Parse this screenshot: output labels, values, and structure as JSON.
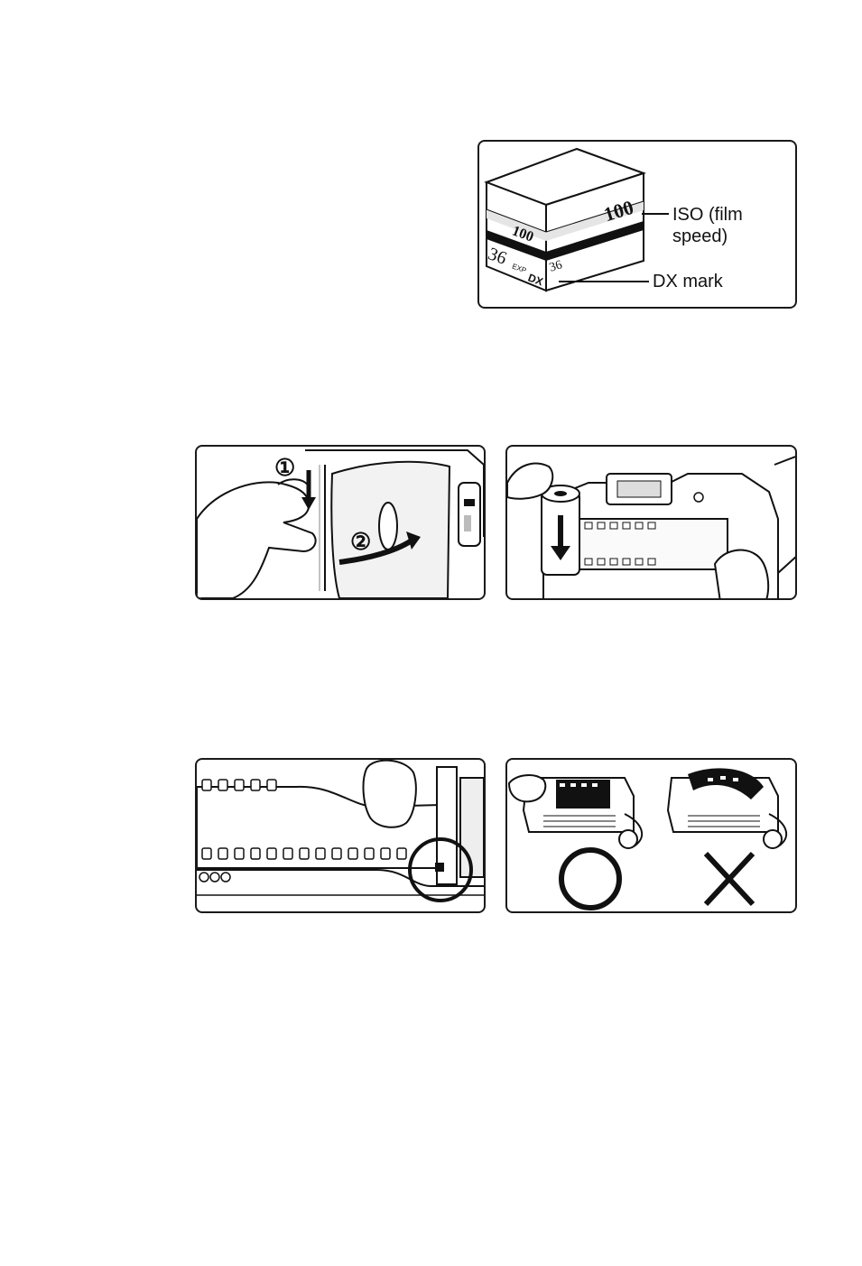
{
  "film_box": {
    "iso_label_line1": "ISO (film",
    "iso_label_line2": "speed)",
    "dx_label": "DX mark",
    "box_top_speed": "100",
    "box_side_speed": "100",
    "box_exposures_front": "36",
    "box_exposures_side": "36",
    "box_exp_text": "EXP",
    "box_dx_text": "DX"
  },
  "open_back_figure": {
    "step1_marker": "①",
    "step2_marker": "②"
  },
  "result_figure": {
    "correct_symbol": "correct-circle",
    "incorrect_symbol": "incorrect-cross"
  },
  "colors": {
    "ink": "#111111",
    "paper": "#ffffff",
    "mid_gray": "#9a9a9a",
    "light_gray": "#d8d8d8"
  }
}
